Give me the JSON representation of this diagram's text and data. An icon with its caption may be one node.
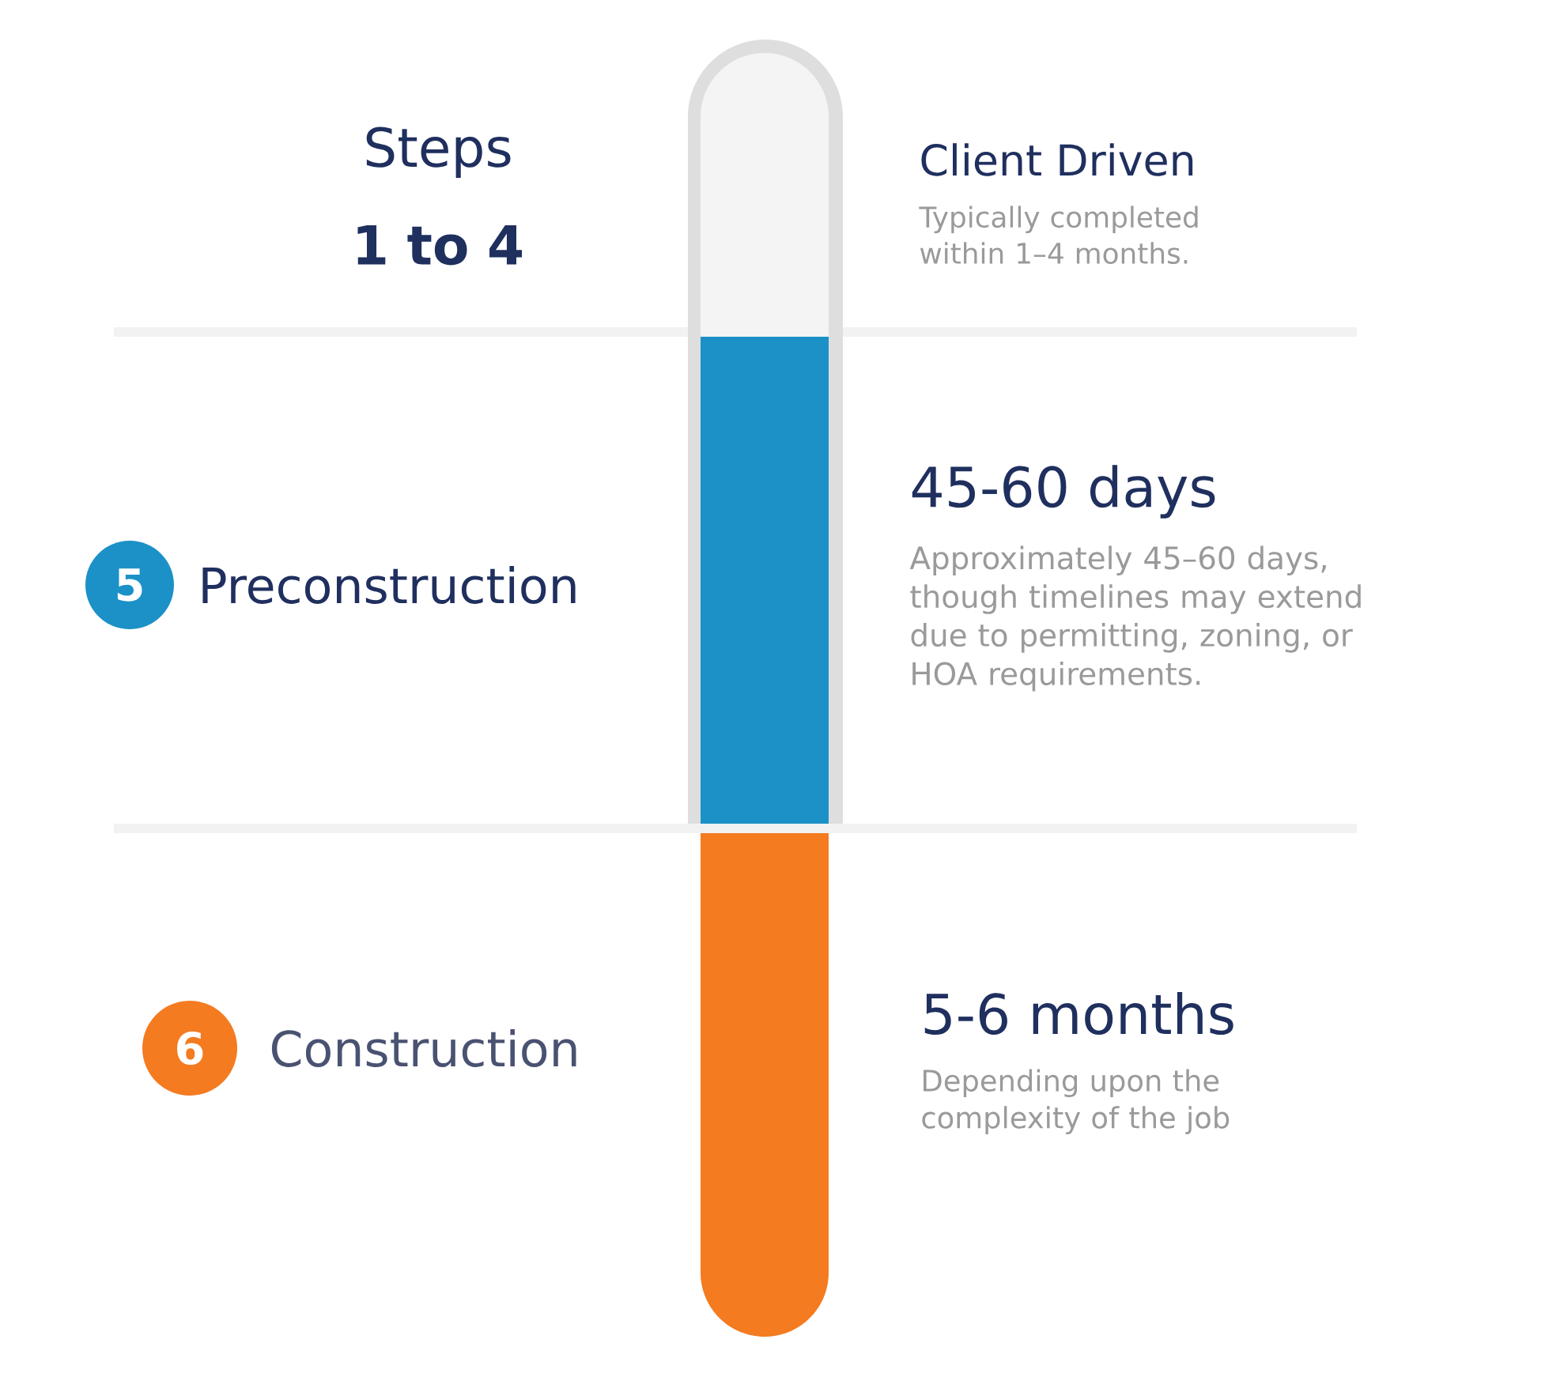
{
  "diagram": {
    "nodes": [
      {
        "text": [
          "5"
        ],
        "beside": [
          "Preconstruction"
        ]
      },
      {
        "text": [
          "6"
        ],
        "beside": [
          "Construction"
        ]
      }
    ],
    "labels": [
      "Steps **1 to 4**",
      "Client Driven",
      "Typically completed within 1–4 months.",
      "45-60 days",
      "Approximately 45–60 days, though timelines may extend due to permitting, zoning, or HOA requirements.",
      "5-6 months",
      "Depending upon the complexity of the job"
    ]
  }
}
